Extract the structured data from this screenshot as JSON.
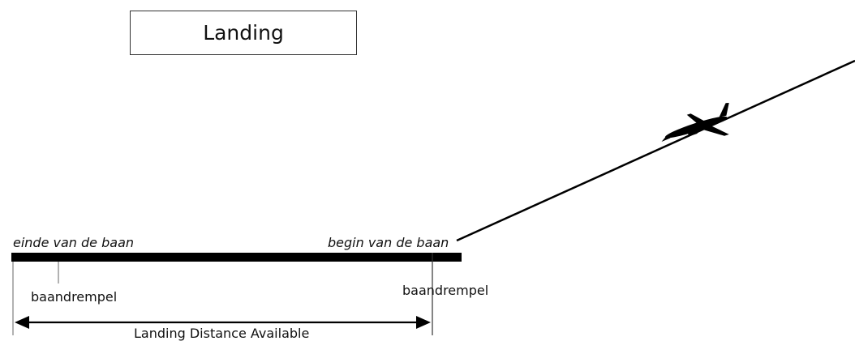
{
  "title": "Landing",
  "labels": {
    "runway_end": "einde van de baan",
    "runway_begin": "begin van de baan",
    "threshold_left": "baandrempel",
    "threshold_right": "baandrempel",
    "distance": "Landing Distance Available"
  },
  "icons": [
    "airplane-icon"
  ]
}
